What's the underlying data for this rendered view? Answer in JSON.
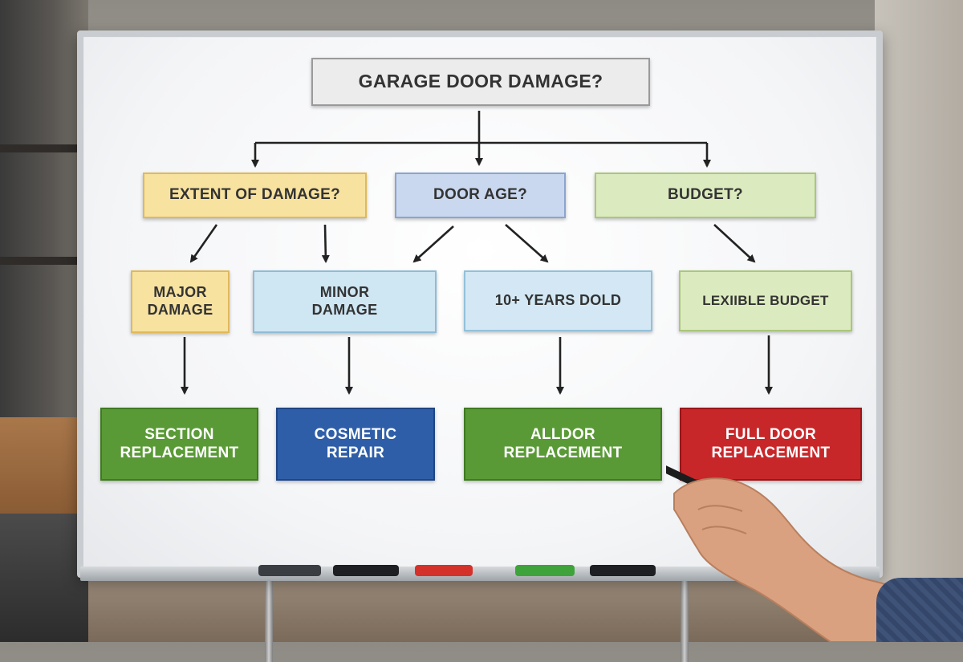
{
  "diagram": {
    "root": {
      "label": "GARAGE DOOR DAMAGE?"
    },
    "level1": [
      {
        "id": "extent",
        "label": "EXTENT OF DAMAGE?"
      },
      {
        "id": "age",
        "label": "DOOR AGE?"
      },
      {
        "id": "budget",
        "label": "BUDGET?"
      }
    ],
    "level2": [
      {
        "id": "major",
        "label": "MAJOR\nDAMAGE"
      },
      {
        "id": "minor",
        "label": "MINOR\nDAMAGE"
      },
      {
        "id": "old",
        "label": "10+ YEARS DOLD"
      },
      {
        "id": "flexible",
        "label": "LEXIIBLE BUDGET"
      }
    ],
    "outcomes": [
      {
        "id": "section",
        "label": "SECTION\nREPLACEMENT"
      },
      {
        "id": "cosmetic",
        "label": "COSMETIC\nREPAIR"
      },
      {
        "id": "alldoor",
        "label": "ALLDOR\nREPLACEMENT"
      },
      {
        "id": "fulldoor",
        "label": "FULL DOOR\nREPLACEMENT"
      }
    ]
  },
  "colors": {
    "root_fill": "#ececec",
    "extent_fill": "#f7e2a0",
    "age_fill": "#c9d8ee",
    "budget_fill": "#dcebbf",
    "major_fill": "#f7e2a0",
    "minor_fill": "#cfe6f3",
    "old_fill": "#d3e8f4",
    "flexible_fill": "#dcebbf",
    "section_fill": "#5a9a36",
    "cosmetic_fill": "#2f5ea8",
    "alldoor_fill": "#5a9a36",
    "fulldoor_fill": "#c8272a",
    "arrow": "#222222"
  }
}
